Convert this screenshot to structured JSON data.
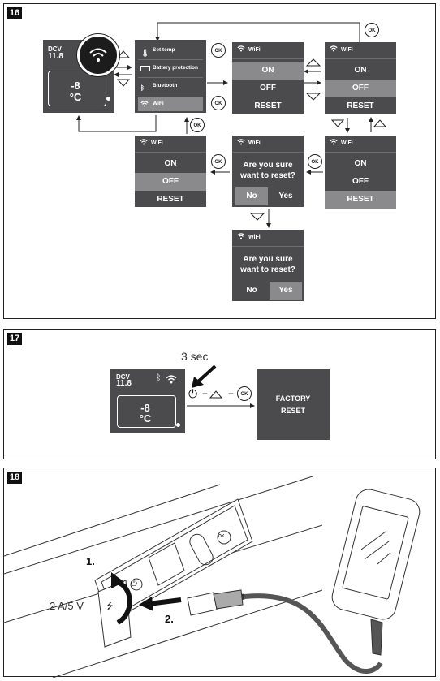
{
  "fig16": {
    "badge": "16",
    "display": {
      "dcv_label": "DCV",
      "dcv_value": "11.8",
      "temp_value": "-8",
      "temp_unit": "°C"
    },
    "menu": {
      "items": [
        "Set temp",
        "Battery protection",
        "Bluetooth",
        "WiFi"
      ],
      "selected": "WiFi"
    },
    "wifi_header": "WiFi",
    "options": [
      "ON",
      "OFF",
      "RESET"
    ],
    "confirm_question_line1": "Are you sure",
    "confirm_question_line2": "want to reset?",
    "no_label": "No",
    "yes_label": "Yes",
    "ok_label": "OK"
  },
  "fig17": {
    "badge": "17",
    "display": {
      "dcv_label": "DCV",
      "dcv_value": "11.8",
      "temp_value": "-8",
      "temp_unit": "°C"
    },
    "hold_time": "3 sec",
    "plus": "+",
    "ok_label": "OK",
    "result_line1": "FACTORY",
    "result_line2": "RESET"
  },
  "fig18": {
    "badge": "18",
    "step1": "1.",
    "step2": "2.",
    "usb_spec": "2 A/5 V",
    "ok_label": "OK"
  },
  "colors": {
    "screen": "#4b4b4d",
    "highlight": "#8a8a8c",
    "line": "#222222"
  },
  "icons": [
    "wifi-icon",
    "thermometer-icon",
    "battery-icon",
    "bluetooth-icon",
    "power-icon",
    "usb-icon",
    "smartphone-icon",
    "triangle-up-icon",
    "triangle-down-icon"
  ]
}
